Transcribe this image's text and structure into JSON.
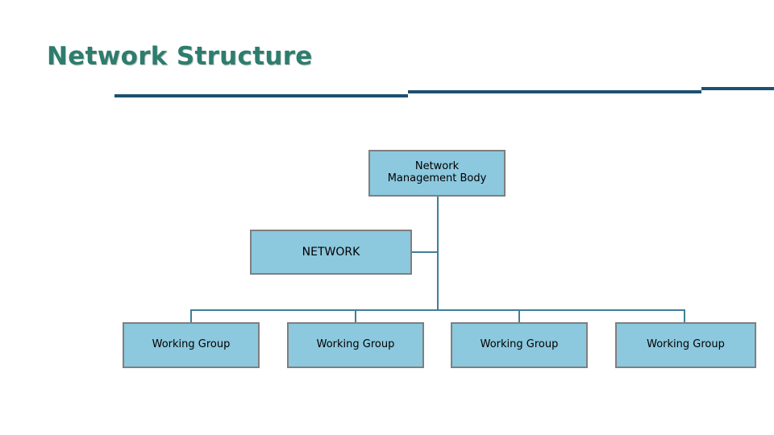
{
  "slide": {
    "title": "Network Structure",
    "background_color": "#ffffff",
    "title_color": "#2d7d6d",
    "divider_color": "#1d5070",
    "node_fill_color": "#8cc8de",
    "node_border_color": "#7f7f7f",
    "connector_color": "#3f7f96",
    "node_text_color": "#000000"
  },
  "diagram": {
    "type": "org-chart",
    "root": {
      "label_line_1": "Network",
      "label_line_2": "Management Body",
      "label": "Network Management Body"
    },
    "level_2": {
      "label": "NETWORK"
    },
    "level_3": [
      {
        "label": "Working Group"
      },
      {
        "label": "Working Group"
      },
      {
        "label": "Working Group"
      },
      {
        "label": "Working Group"
      }
    ]
  }
}
